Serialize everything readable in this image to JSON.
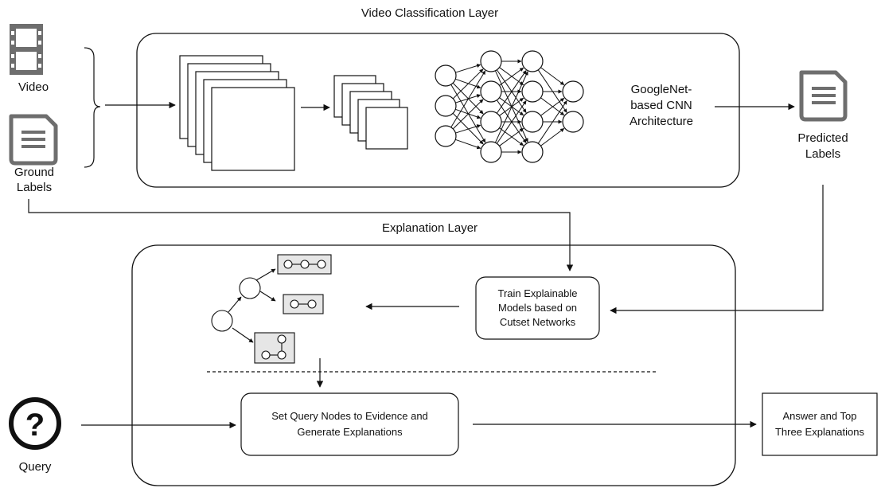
{
  "layers": {
    "classification_title": "Video Classification Layer",
    "explanation_title": "Explanation Layer"
  },
  "inputs": {
    "video_label": "Video",
    "ground_labels_label": "Ground\nLabels",
    "query_label": "Query"
  },
  "cnn": {
    "architecture_label": "GoogleNet-\nbased CNN\nArchitecture"
  },
  "outputs": {
    "predicted_labels": "Predicted\nLabels",
    "answer_box": "Answer and Top\nThree Explanations"
  },
  "process": {
    "train_box": "Train Explainable\nModels based on\nCutset Networks",
    "query_box": "Set Query Nodes to Evidence and\nGenerate Explanations"
  },
  "icons": {
    "video": "film-icon",
    "ground_labels": "document-icon",
    "predicted_labels": "document-icon",
    "query": "question-circle-icon"
  },
  "colors": {
    "icon_gray": "#6e6e6e",
    "leaf_fill": "#e6e6e6",
    "stroke": "#111111"
  }
}
